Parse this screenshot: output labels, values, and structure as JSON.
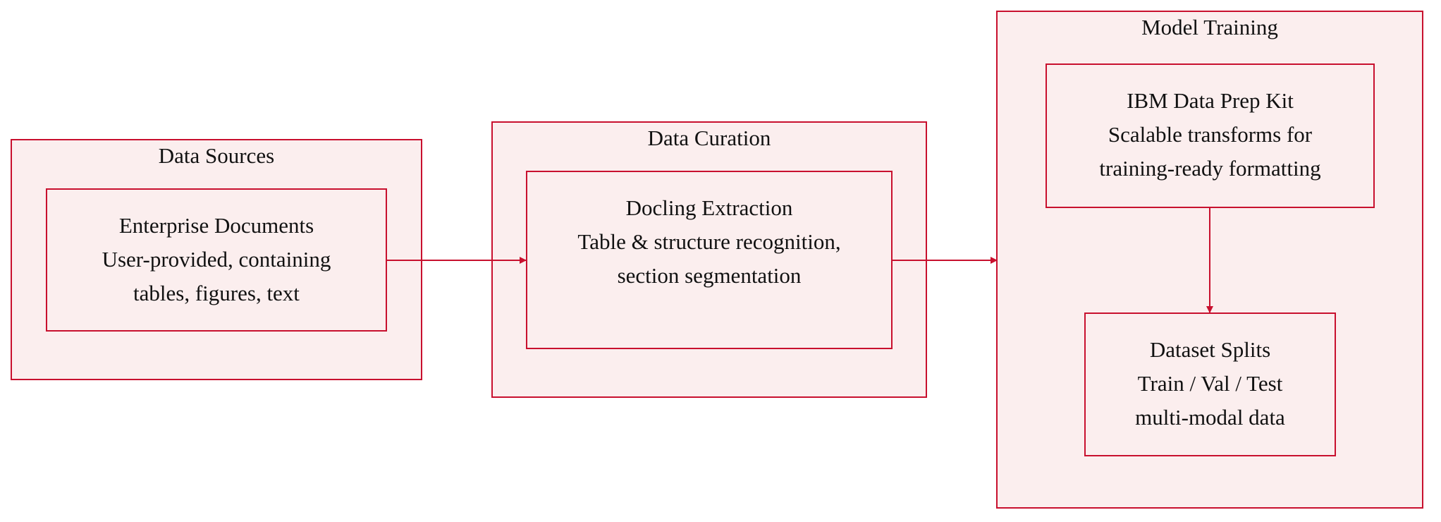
{
  "groups": {
    "sources": {
      "title": "Data Sources",
      "node": {
        "title": "Enterprise Documents",
        "line1": "User-provided, containing",
        "line2": "tables, figures, text"
      }
    },
    "curation": {
      "title": "Data Curation",
      "node": {
        "title": "Docling Extraction",
        "line1": "Table & structure recognition,",
        "line2": "section segmentation"
      }
    },
    "training": {
      "title": "Model Training",
      "prep": {
        "title": "IBM Data Prep Kit",
        "line1": "Scalable transforms for",
        "line2": "training-ready formatting"
      },
      "splits": {
        "title": "Dataset Splits",
        "line1": "Train / Val / Test",
        "line2": "multi-modal data"
      }
    }
  },
  "colors": {
    "stroke": "#c8102e",
    "fill": "#fbeeee"
  }
}
